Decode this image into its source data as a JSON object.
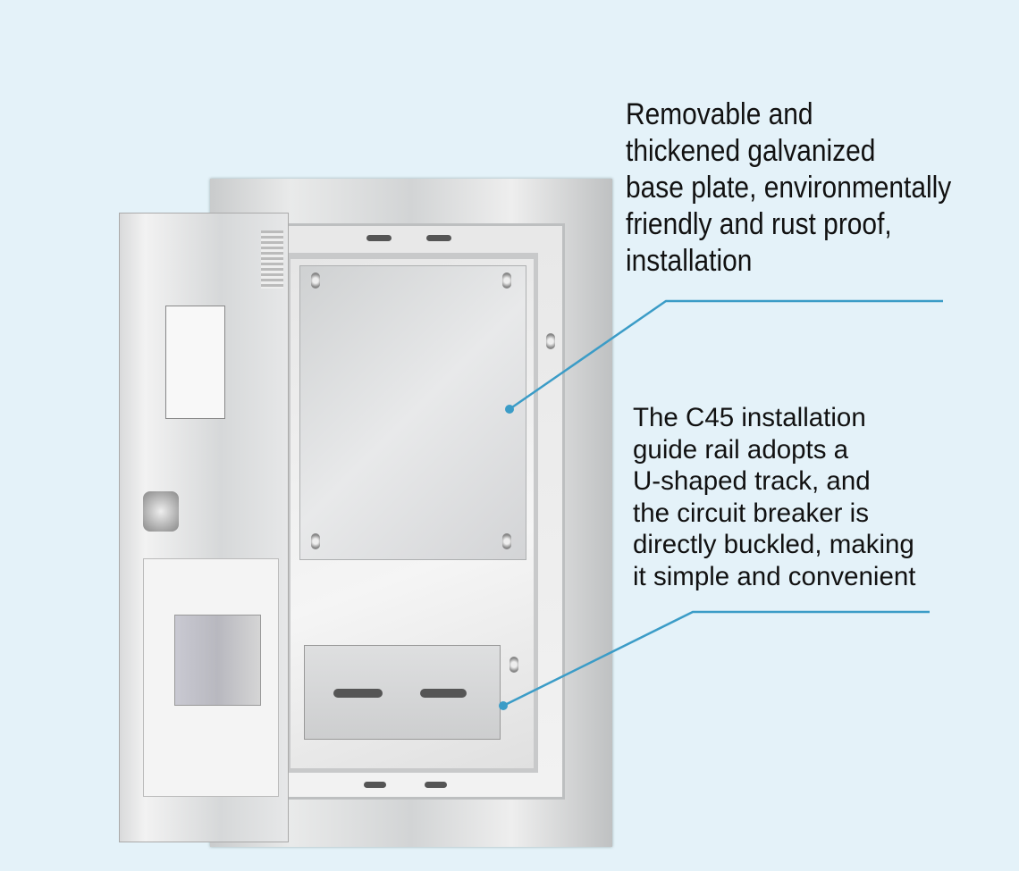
{
  "callouts": [
    {
      "lines": [
        "Removable and",
        "thickened galvanized",
        "base plate, environmentally",
        "friendly and rust proof,",
        "installation"
      ]
    },
    {
      "lines": [
        "The C45 installation",
        "guide rail adopts a",
        "U-shaped track, and",
        "the circuit breaker is",
        "directly buckled, making",
        "it simple and convenient"
      ]
    }
  ],
  "colors": {
    "background": "#e4f2f9",
    "leader_line": "#3b9cc7",
    "text": "#111111"
  }
}
